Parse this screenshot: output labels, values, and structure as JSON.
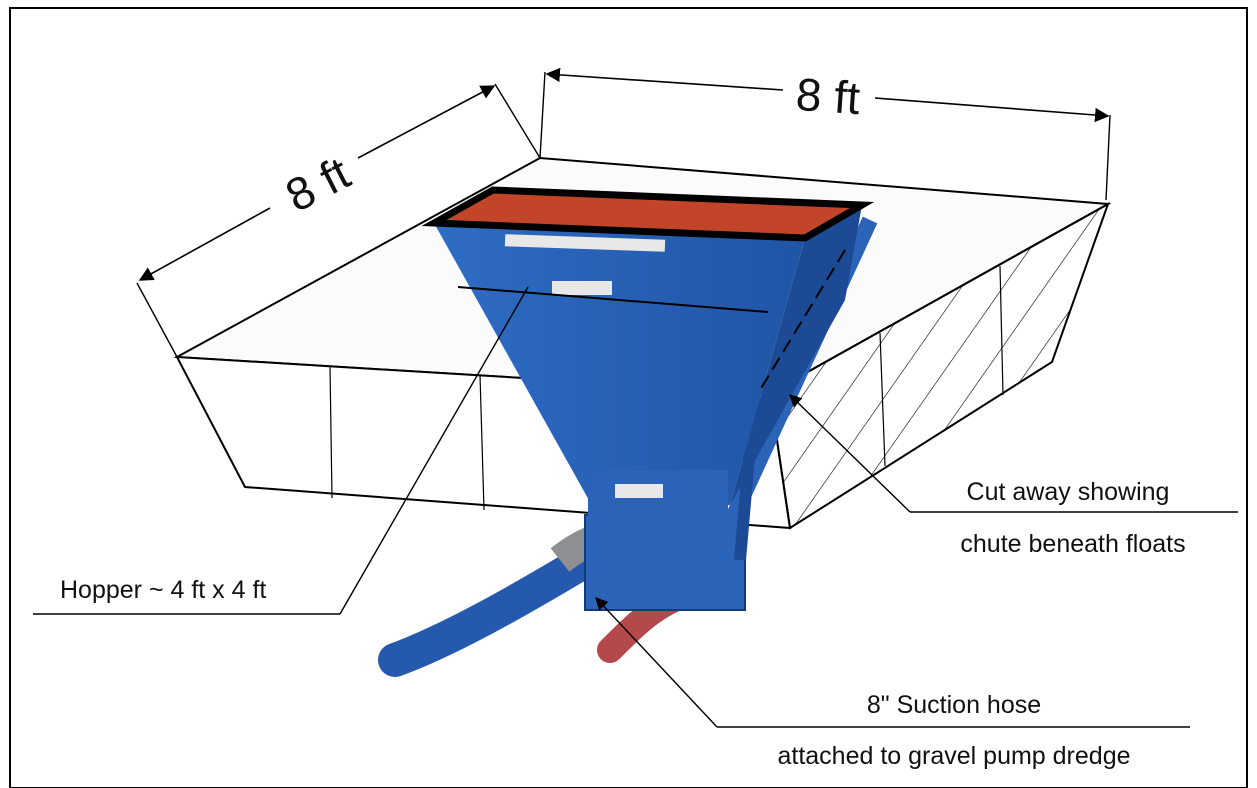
{
  "labels": {
    "width_top": "8 ft",
    "width_left": "8 ft",
    "hopper": "Hopper ~ 4 ft x 4 ft",
    "cutaway_line1": "Cut away showing",
    "cutaway_line2": "chute beneath floats",
    "hose_line1": "8\" Suction hose",
    "hose_line2": "attached to gravel pump dredge"
  },
  "colors": {
    "hopper_blue": "#2a63b8",
    "hopper_blue_dark": "#1d4a94",
    "hopper_interior": "#c2452a",
    "hose_red": "#b5484a",
    "frame": "#000000"
  }
}
